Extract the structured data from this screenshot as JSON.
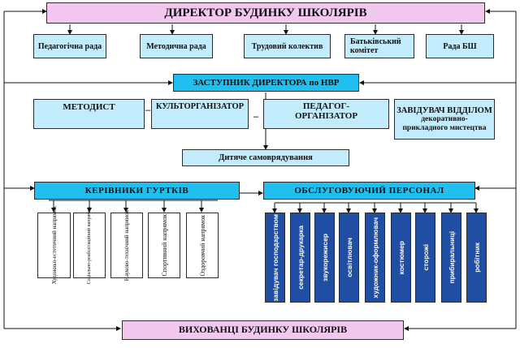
{
  "director": "ДИРЕКТОР БУДИНКУ ШКОЛЯРІВ",
  "councils": [
    "Педагогічна рада",
    "Методична рада",
    "Трудовий колектив",
    "Батьківський комітет",
    "Рада БШ"
  ],
  "deputy": "ЗАСТУПНИК ДИРЕКТОРА по НВР",
  "methodist": "МЕТОДИСТ",
  "culture_organizer": "КУЛЬТОРГАНІЗАТОР",
  "pedagogue_organizer": "ПЕДАГОГ-ОРГАНІЗАТОР",
  "head_department": "ЗАВІДУВАЧ ВІДДІЛОМ",
  "head_department_sub": "декоративно-прикладного мистецтва",
  "dash_1": "–",
  "dash_2": "–",
  "self_government": "Дитяче самоврядування",
  "club_leaders": "КЕРІВНИКИ  ГУРТКІВ",
  "directions": [
    "Художньо-естетичний напрямок",
    "Соціально-реабілітаційний напрямок",
    "Науково-технічний напрямок",
    "Спортивний напрямок",
    "Оздоровчий напрямок"
  ],
  "service_staff": "ОБСЛУГОВУЮЧИЙ  ПЕРСОНАЛ",
  "staff": [
    "завідувач господарством",
    "секретар-друкарка",
    "звукорежисер",
    "освітлювач",
    "художник-оформлювач",
    "костюмер",
    "сторожі",
    "прибиральниці",
    "робітник"
  ],
  "pupils": "ВИХОВАНЦІ  БУДИНКУ  ШКОЛЯРІВ",
  "colors": {
    "pink": "#f3c8ef",
    "cyan": "#21bff0",
    "light_cyan": "#c2ecfb",
    "dark_blue": "#1f4ea3"
  }
}
